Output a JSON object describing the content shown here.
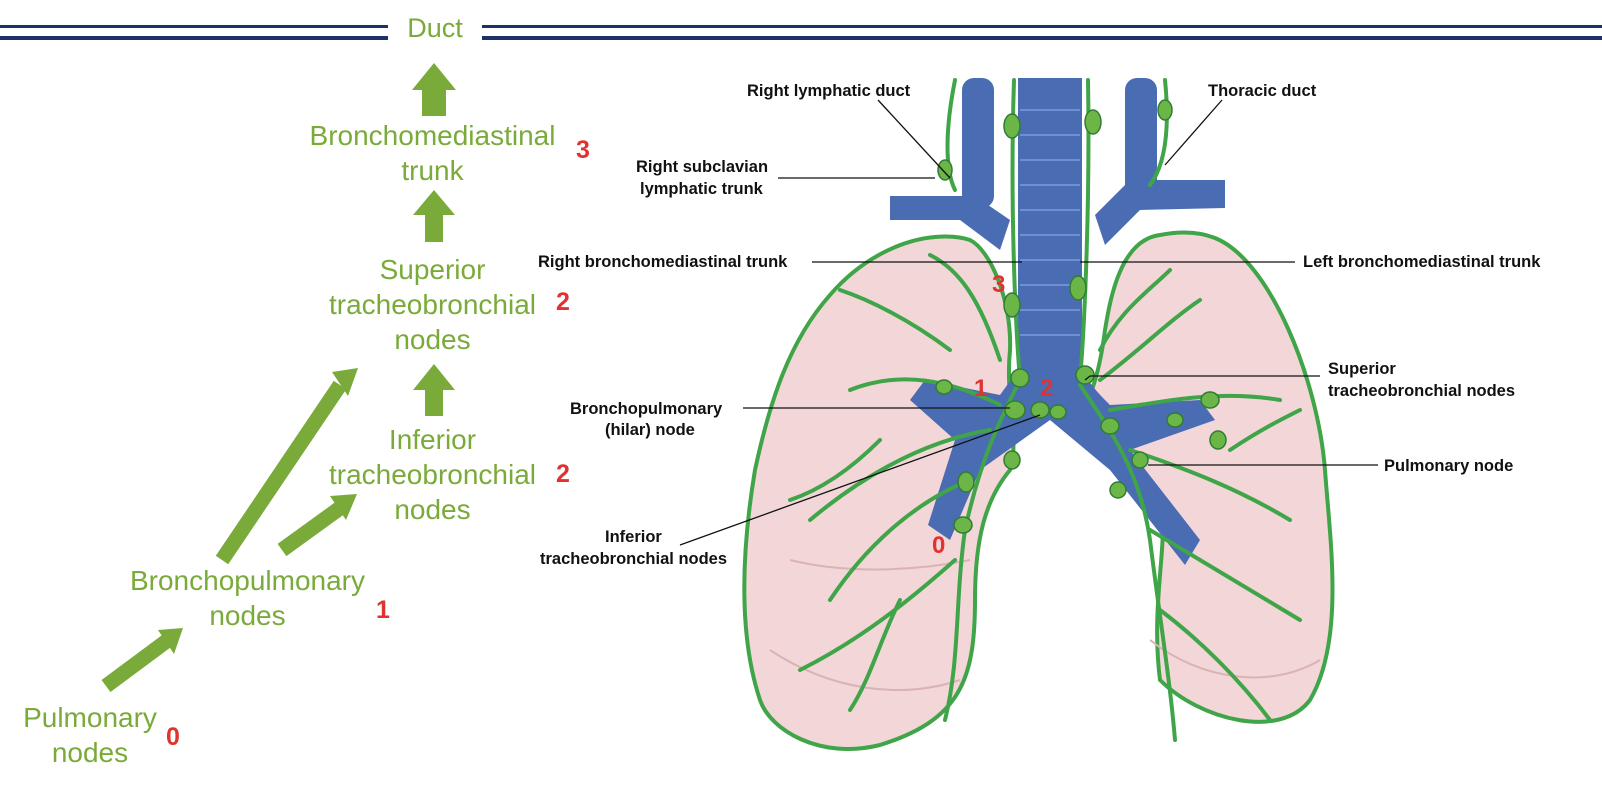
{
  "header": {
    "title": "Duct"
  },
  "flow": {
    "bronchomediastinal": {
      "text": "Bronchomediastinal\ntrunk",
      "level": "3"
    },
    "superior": {
      "text": "Superior\ntracheobronchial\nnodes",
      "level": "2"
    },
    "inferior": {
      "text": "Inferior\ntracheobronchial\nnodes",
      "level": "2"
    },
    "bronchopulmonary": {
      "text": "Bronchopulmonary\nnodes",
      "level": "1"
    },
    "pulmonary": {
      "text": "Pulmonary\nnodes",
      "level": "0"
    }
  },
  "anatomy": {
    "labels": {
      "right_lymphatic_duct": "Right lymphatic duct",
      "thoracic_duct": "Thoracic duct",
      "right_subclavian_1": "Right subclavian",
      "right_subclavian_2": "lymphatic trunk",
      "right_bronchomediastinal": "Right bronchomediastinal trunk",
      "left_bronchomediastinal": "Left bronchomediastinal trunk",
      "superior_1": "Superior",
      "superior_2": "tracheobronchial nodes",
      "bronchopulmonary_1": "Bronchopulmonary",
      "bronchopulmonary_2": "(hilar) node",
      "pulmonary_node": "Pulmonary node",
      "inferior_1": "Inferior",
      "inferior_2": "tracheobronchial nodes"
    },
    "level_marks": {
      "trunk": "3",
      "hilar": "1",
      "carina": "2",
      "lower": "0"
    }
  },
  "colors": {
    "flow_text": "#7aaa3a",
    "level_red": "#e0322f",
    "header_rule": "#1d3166",
    "lung_fill": "#f2d6d8",
    "lymph_green": "#3fa548",
    "vessel_blue": "#4a6cb3"
  }
}
